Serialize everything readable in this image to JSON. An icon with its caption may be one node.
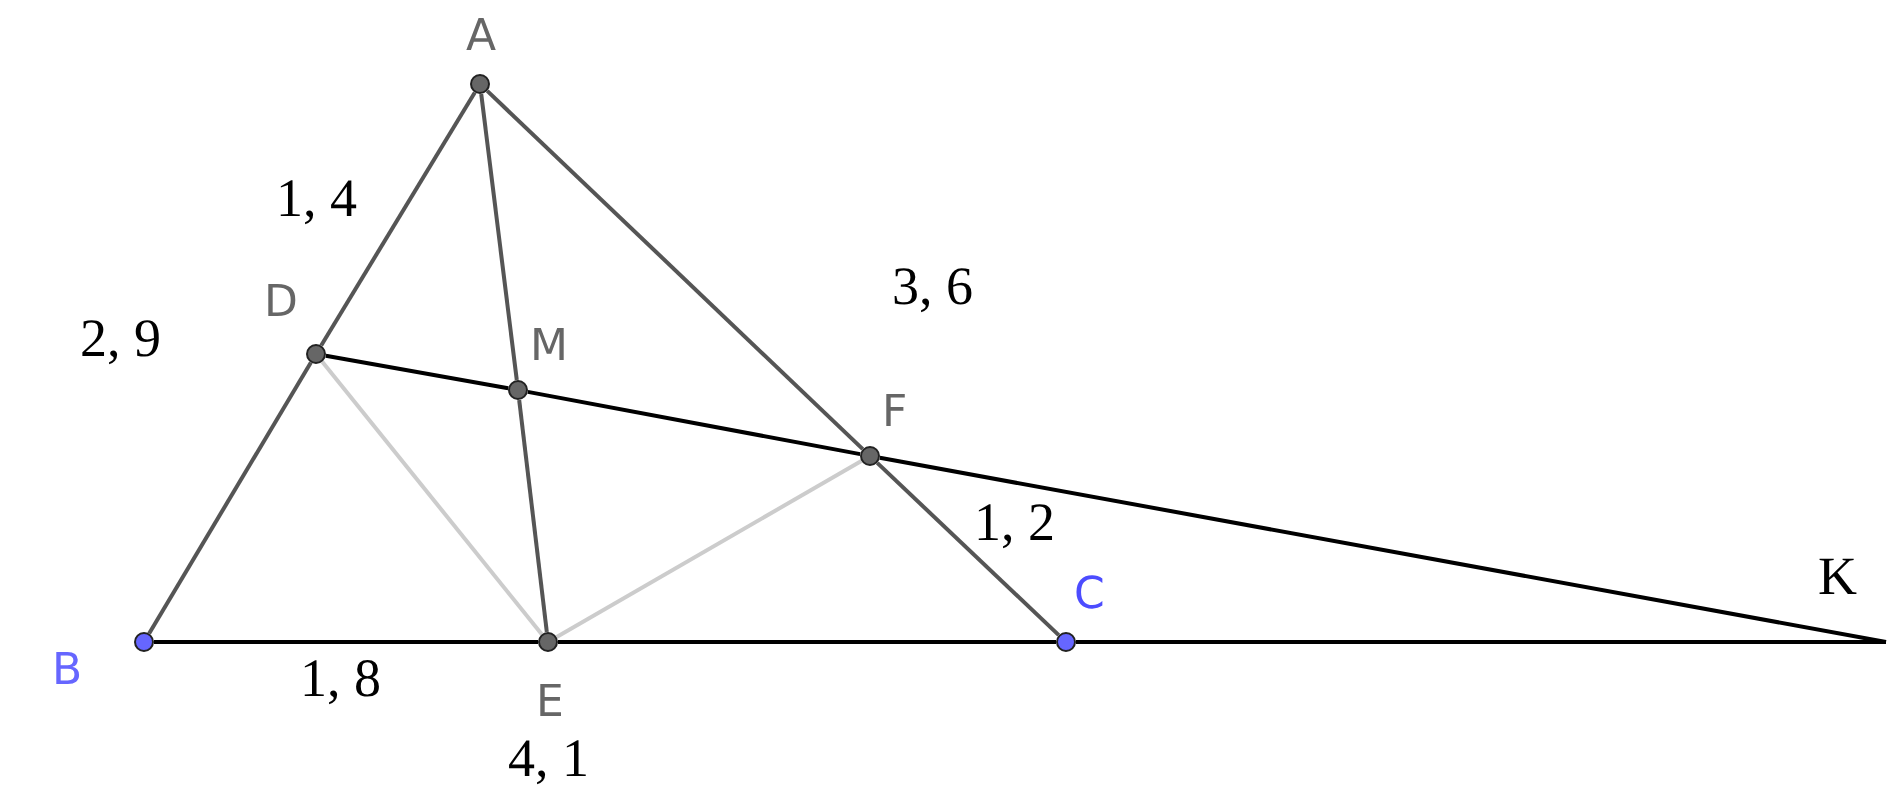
{
  "diagram": {
    "nodes": [
      {
        "text": [
          "A"
        ]
      },
      {
        "text": [
          "B"
        ]
      },
      {
        "text": [
          "C"
        ]
      },
      {
        "text": [
          "D"
        ]
      },
      {
        "text": [
          "E"
        ]
      },
      {
        "text": [
          "F"
        ]
      },
      {
        "text": [
          "M"
        ]
      },
      {
        "text": [
          "K"
        ]
      }
    ],
    "edges": [
      {
        "from": 0,
        "to": 3,
        "arrow": "none"
      },
      {
        "from": 3,
        "to": 1,
        "arrow": "none"
      },
      {
        "from": 0,
        "to": 6,
        "arrow": "none"
      },
      {
        "from": 6,
        "to": 4,
        "arrow": "none"
      },
      {
        "from": 0,
        "to": 5,
        "arrow": "none"
      },
      {
        "from": 5,
        "to": 2,
        "arrow": "none"
      },
      {
        "from": 1,
        "to": 4,
        "arrow": "none",
        "color": "#000000"
      },
      {
        "from": 4,
        "to": 2,
        "arrow": "none",
        "color": "#000000"
      },
      {
        "from": 2,
        "to": 7,
        "arrow": "none",
        "color": "#000000"
      },
      {
        "from": 3,
        "to": 6,
        "arrow": "none",
        "color": "#000000"
      },
      {
        "from": 6,
        "to": 5,
        "arrow": "none",
        "color": "#000000"
      },
      {
        "from": 5,
        "to": 7,
        "arrow": "none",
        "color": "#000000"
      },
      {
        "from": 3,
        "to": 4,
        "arrow": "none",
        "color": "#cccccc"
      },
      {
        "from": 4,
        "to": 5,
        "arrow": "none",
        "color": "#cccccc"
      }
    ],
    "labels": [
      "1, 4",
      "3, 6",
      "2, 9",
      "1, 2",
      "1, 8",
      "4, 1"
    ]
  }
}
